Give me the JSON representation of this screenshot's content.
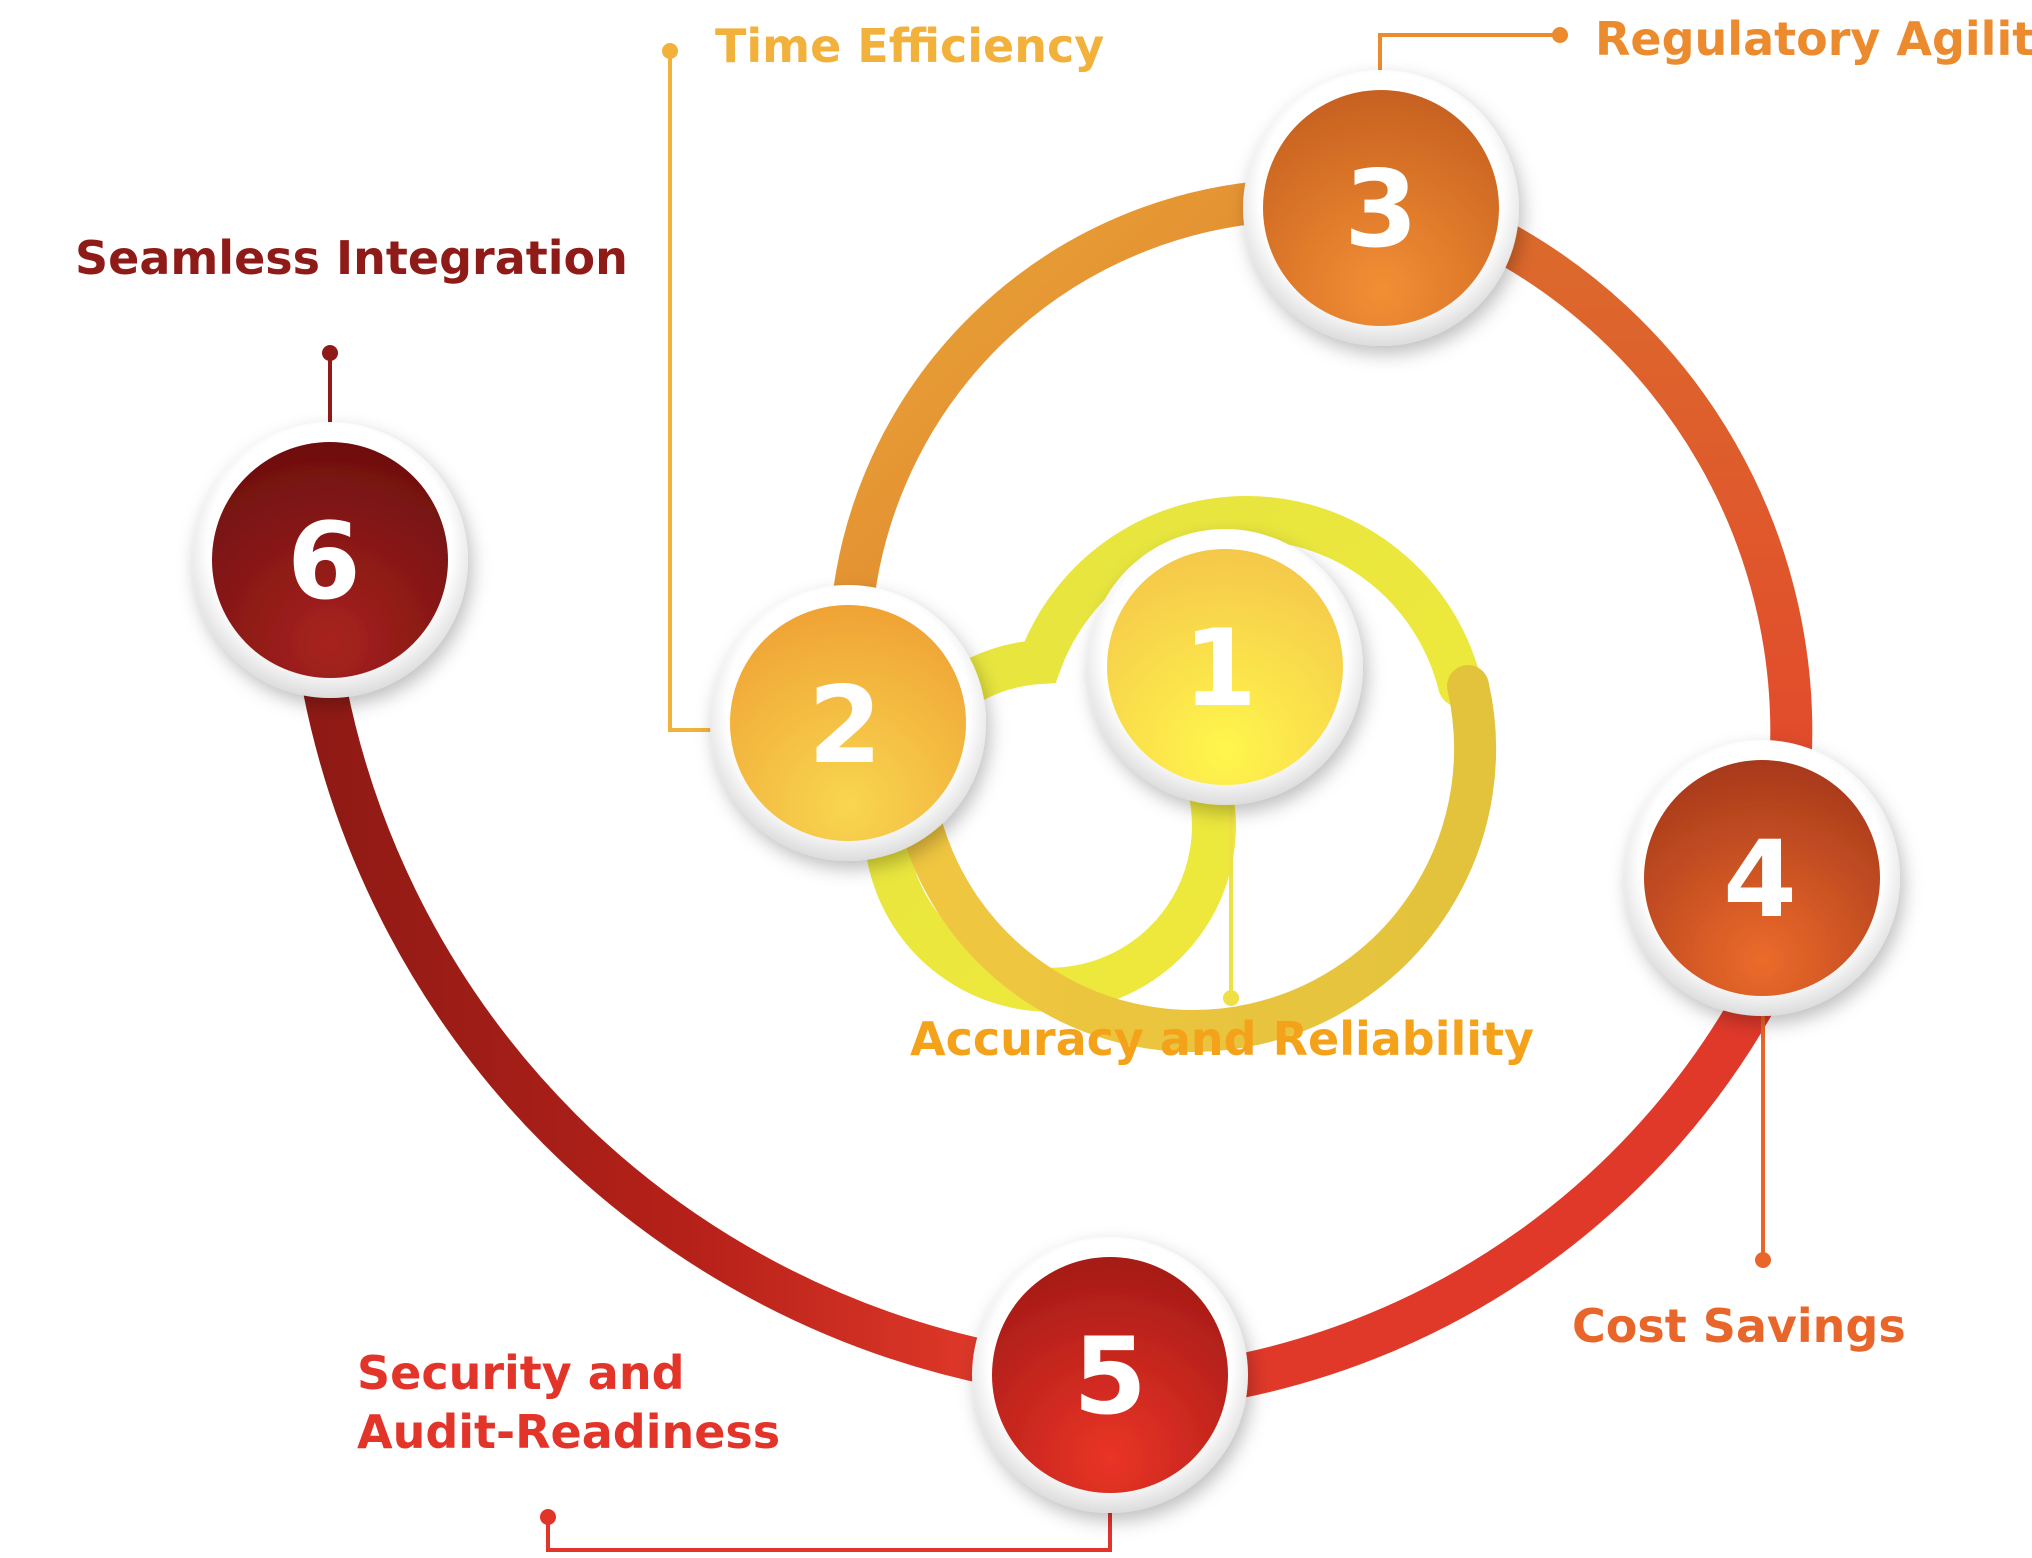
{
  "steps": [
    {
      "number": "1",
      "label": "Accuracy and Reliability",
      "color": "#F5A21B",
      "node_colors": [
        "#F6C94A",
        "#FFF14C"
      ]
    },
    {
      "number": "2",
      "label": "Time Efficiency",
      "color": "#F2B13B",
      "node_colors": [
        "#F0A534",
        "#F7D24E"
      ]
    },
    {
      "number": "3",
      "label": "Regulatory Agility",
      "color": "#EC8A2E",
      "node_colors": [
        "#C7611F",
        "#F08C33"
      ]
    },
    {
      "number": "4",
      "label": "Cost Savings",
      "color": "#E9662A",
      "node_colors": [
        "#A8391B",
        "#E8692A"
      ]
    },
    {
      "number": "5",
      "label_line1": "Security and",
      "label_line2": "Audit-Readiness",
      "color": "#E3342A",
      "node_colors": [
        "#A51A17",
        "#E63526"
      ]
    },
    {
      "number": "6",
      "label": "Seamless Integration",
      "color": "#8E1B17",
      "node_colors": [
        "#6E0F0F",
        "#A8231E"
      ]
    }
  ]
}
